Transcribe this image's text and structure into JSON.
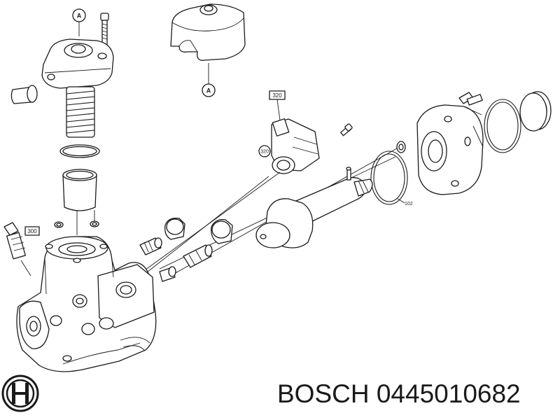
{
  "callouts": {
    "top_circle": "A",
    "cap_circle": "A",
    "box_320": "320",
    "circle_320": "320",
    "box_300": "300",
    "label_102": "102"
  },
  "caption": {
    "text": "BOSCH 0445010682"
  },
  "colors": {
    "line": "#1a1a1a",
    "background": "#ffffff"
  },
  "icons": {
    "logo": "bosch-armature-logo"
  }
}
